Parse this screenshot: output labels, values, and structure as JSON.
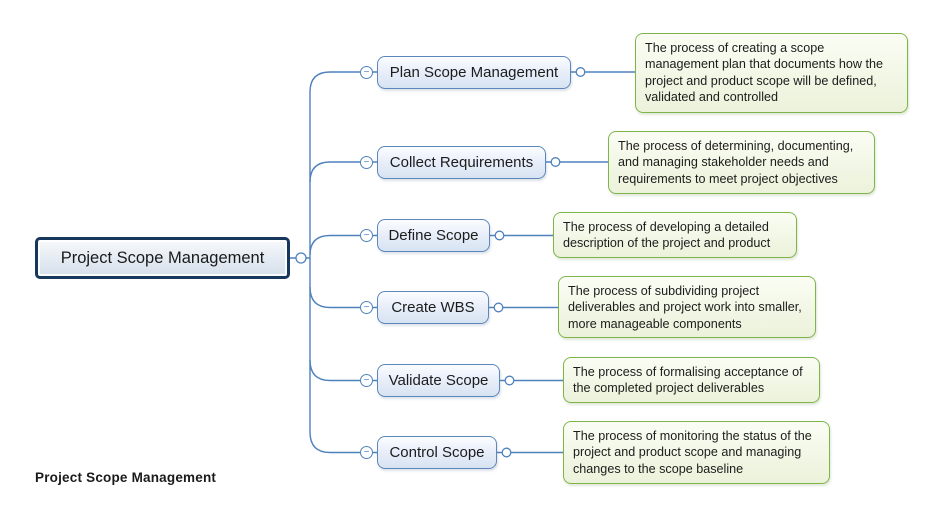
{
  "root": {
    "label": "Project Scope Management"
  },
  "branches": [
    {
      "label": "Plan Scope Management",
      "description": "The process of creating a scope management plan that documents how the project and product scope will be defined, validated and controlled"
    },
    {
      "label": "Collect Requirements",
      "description": "The process of determining, documenting, and managing stakeholder needs and requirements to meet project objectives"
    },
    {
      "label": "Define Scope",
      "description": "The process of developing a detailed description of the project and product"
    },
    {
      "label": "Create WBS",
      "description": "The process of subdividing project deliverables and project work into smaller, more manageable components"
    },
    {
      "label": "Validate Scope",
      "description": "The process of formalising acceptance of the completed project deliverables"
    },
    {
      "label": "Control Scope",
      "description": "The process of monitoring the status of the project and product scope and managing changes to the scope baseline"
    }
  ],
  "controls": {
    "collapse_icon": "−"
  },
  "footer": {
    "label": "Project Scope Management"
  },
  "colors": {
    "branch_line": "#4f81bd",
    "node_border": "#5b87ba",
    "node_fill": "#dde7f4",
    "root_border": "#17375d",
    "callout_border": "#7db54a",
    "callout_fill": "#f1f6e4",
    "text": "#1c1c1c",
    "background": "#ffffff"
  }
}
